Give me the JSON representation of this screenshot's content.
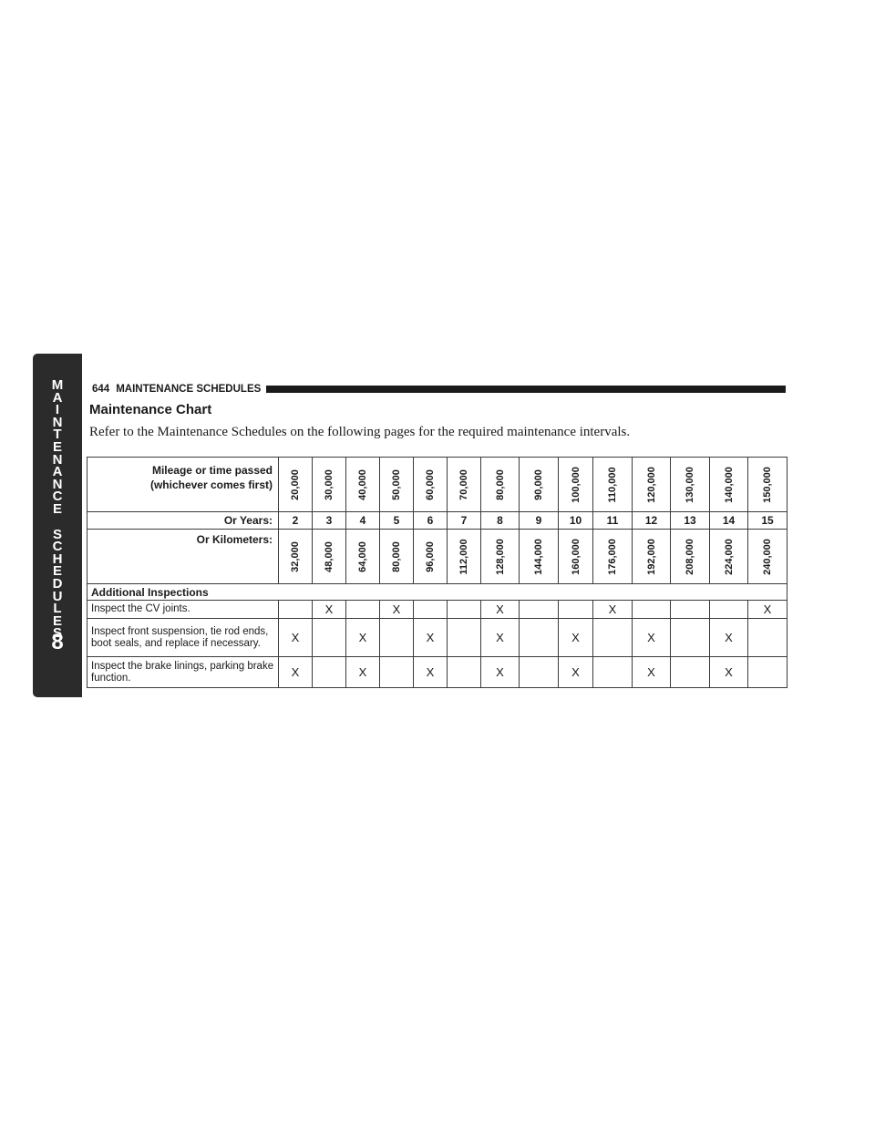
{
  "side_tab": {
    "letters": [
      "M",
      "A",
      "I",
      "N",
      "T",
      "E",
      "N",
      "A",
      "N",
      "C",
      "E",
      "",
      "S",
      "C",
      "H",
      "E",
      "D",
      "U",
      "L",
      "E",
      "S"
    ],
    "chapter_number": "8"
  },
  "header": {
    "page_number": "644",
    "title": "MAINTENANCE SCHEDULES"
  },
  "section_title": "Maintenance Chart",
  "intro": "Refer to the Maintenance Schedules on the following pages for the required maintenance intervals.",
  "table": {
    "mileage_label_1": "Mileage or time passed",
    "mileage_label_2": "(whichever comes first)",
    "years_label": "Or Years:",
    "km_label": "Or Kilometers:",
    "miles": [
      "20,000",
      "30,000",
      "40,000",
      "50,000",
      "60,000",
      "70,000",
      "80,000",
      "90,000",
      "100,000",
      "110,000",
      "120,000",
      "130,000",
      "140,000",
      "150,000"
    ],
    "years": [
      "2",
      "3",
      "4",
      "5",
      "6",
      "7",
      "8",
      "9",
      "10",
      "11",
      "12",
      "13",
      "14",
      "15"
    ],
    "kilometers": [
      "32,000",
      "48,000",
      "64,000",
      "80,000",
      "96,000",
      "112,000",
      "128,000",
      "144,000",
      "160,000",
      "176,000",
      "192,000",
      "208,000",
      "224,000",
      "240,000"
    ],
    "section": "Additional Inspections",
    "rows": [
      {
        "label": "Inspect the CV joints.",
        "marks": [
          "",
          "X",
          "",
          "X",
          "",
          "",
          "X",
          "",
          "",
          "X",
          "",
          "",
          "",
          "X"
        ]
      },
      {
        "label": "Inspect front suspension, tie rod ends, boot seals, and replace if necessary.",
        "marks": [
          "X",
          "",
          "X",
          "",
          "X",
          "",
          "X",
          "",
          "X",
          "",
          "X",
          "",
          "X",
          ""
        ]
      },
      {
        "label": "Inspect the brake linings, parking brake function.",
        "marks": [
          "X",
          "",
          "X",
          "",
          "X",
          "",
          "X",
          "",
          "X",
          "",
          "X",
          "",
          "X",
          ""
        ]
      }
    ]
  }
}
